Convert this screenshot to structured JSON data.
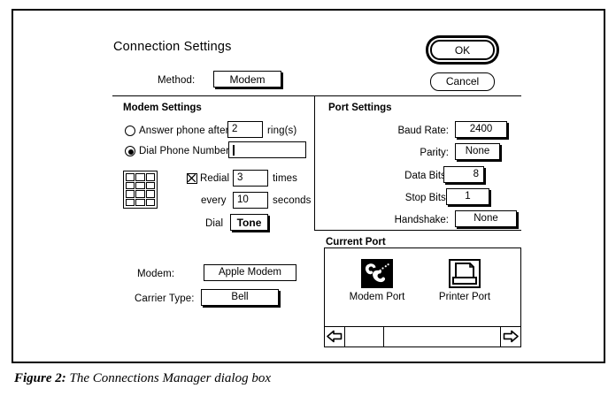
{
  "dialog": {
    "title": "Connection Settings",
    "method": {
      "label": "Method:",
      "value": "Modem"
    },
    "buttons": {
      "ok": "OK",
      "cancel": "Cancel"
    },
    "modem_settings": {
      "title": "Modem Settings",
      "answer_radio_label": "Answer phone after",
      "answer_rings_value": "2",
      "answer_rings_suffix": "ring(s)",
      "dial_radio_label": "Dial Phone Number",
      "dial_phone_value": "",
      "selected_radio": "dial",
      "keypad_icon": "keypad-icon",
      "redial_label": "Redial",
      "redial_checked": true,
      "redial_times_value": "3",
      "redial_times_suffix": "times",
      "every_label": "every",
      "every_value": "10",
      "every_suffix": "seconds",
      "dial_mode_label": "Dial",
      "dial_mode_value": "Tone"
    },
    "port_settings": {
      "title": "Port Settings",
      "rows": [
        {
          "label": "Baud Rate:",
          "value": "2400"
        },
        {
          "label": "Parity:",
          "value": "None"
        },
        {
          "label": "Data Bits:",
          "value": "8"
        },
        {
          "label": "Stop Bits:",
          "value": "1"
        },
        {
          "label": "Handshake:",
          "value": "None"
        }
      ]
    },
    "modem_info": {
      "modem_label": "Modem:",
      "modem_value": "Apple Modem",
      "carrier_label": "Carrier Type:",
      "carrier_value": "Bell"
    },
    "current_port": {
      "title": "Current Port",
      "items": [
        {
          "label": "Modem Port",
          "icon": "telephone-handset-icon",
          "selected": true
        },
        {
          "label": "Printer Port",
          "icon": "printer-icon",
          "selected": false
        }
      ],
      "scroll_left_icon": "arrow-left-icon",
      "scroll_right_icon": "arrow-right-icon"
    }
  },
  "caption": {
    "label": "Figure 2:",
    "text": "The Connections Manager dialog box"
  },
  "colors": {
    "ink": "#000000",
    "paper": "#ffffff"
  }
}
